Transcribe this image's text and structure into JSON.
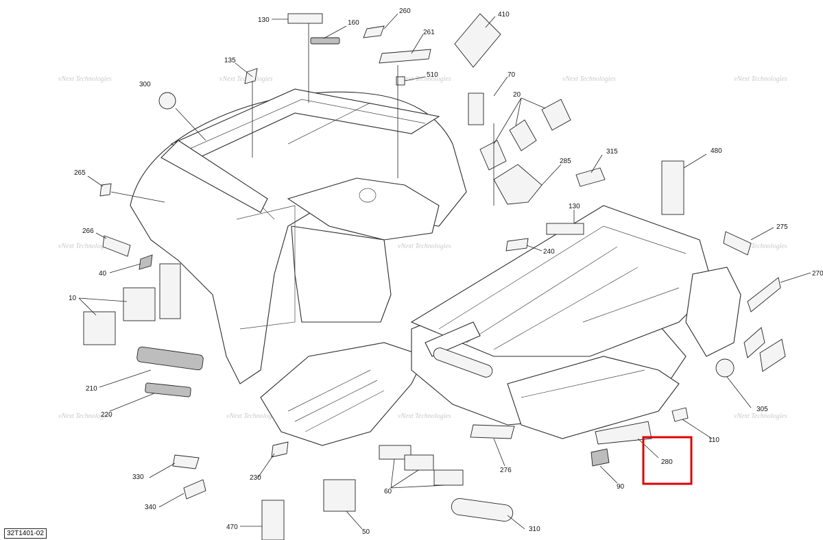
{
  "drawing_ref": "32T1401-02",
  "watermark": {
    "line1": "vNext",
    "line2": "Technologies",
    "full": "vNext Technologies"
  },
  "callouts": {
    "c130a": "130",
    "c160": "160",
    "c260": "260",
    "c410": "410",
    "c261": "261",
    "c135": "135",
    "c510": "510",
    "c70": "70",
    "c300": "300",
    "c20": "20",
    "c315": "315",
    "c480": "480",
    "c265": "265",
    "c285": "285",
    "c130b": "130",
    "c275": "275",
    "c266": "266",
    "c240": "240",
    "c270": "270",
    "c40": "40",
    "c10": "10",
    "c210": "210",
    "c305": "305",
    "c220": "220",
    "c110": "110",
    "c280": "280",
    "c276": "276",
    "c330": "330",
    "c230": "230",
    "c90": "90",
    "c60": "60",
    "c340": "340",
    "c470": "470",
    "c50": "50",
    "c310": "310"
  },
  "highlight": {
    "target": "280",
    "color": "#e00000"
  }
}
